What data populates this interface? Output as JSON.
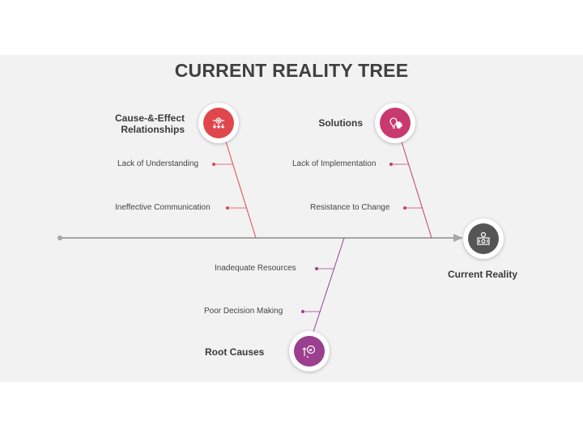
{
  "title": "CURRENT REALITY TREE",
  "categories": {
    "cause_effect": {
      "label_line1": "Cause-&-Effect",
      "label_line2": "Relationships",
      "icon": "flowchart-gear-icon",
      "color": "#e0474c",
      "items": [
        "Lack of Understanding",
        "Ineffective Communication"
      ]
    },
    "solutions": {
      "label": "Solutions",
      "icon": "lightbulb-puzzle-icon",
      "color": "#c83a6f",
      "items": [
        "Lack of Implementation",
        "Resistance to Change"
      ]
    },
    "root_causes": {
      "label": "Root Causes",
      "icon": "magnifier-chart-icon",
      "color": "#9b3f8f",
      "items": [
        "Inadequate Resources",
        "Poor Decision Making"
      ]
    },
    "current_reality": {
      "label": "Current Reality",
      "icon": "dashboard-icon",
      "color": "#555555"
    }
  }
}
